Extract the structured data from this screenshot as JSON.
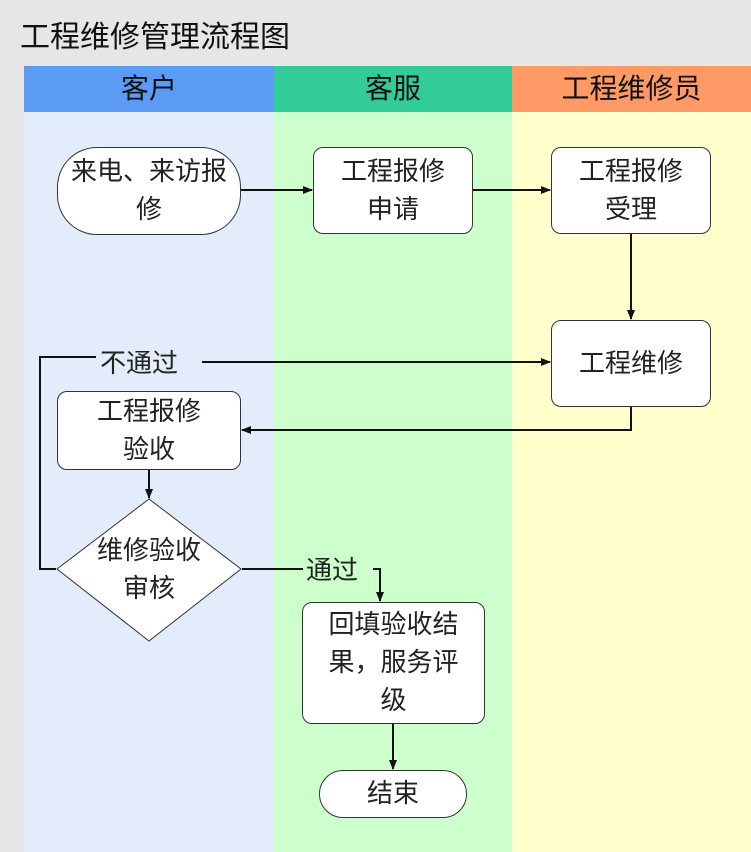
{
  "title": "工程维修管理流程图",
  "colors": {
    "lane_customer_head": "#5b9bf4",
    "lane_service_head": "#33cc99",
    "lane_engineer_head": "#ff9966",
    "lane_customer_bg": "#e3ecfa",
    "lane_service_bg": "#ccffcc",
    "lane_engineer_bg": "#ffffcc"
  },
  "lanes": {
    "customer": "客户",
    "service": "客服",
    "engineer": "工程维修员"
  },
  "nodes": {
    "call_visit": "来电、来访报修",
    "repair_request": "工程报修申请",
    "repair_accept": "工程报修受理",
    "repair_work": "工程维修",
    "repair_inspection": "工程报修验收",
    "inspection_review": "维修验收审核",
    "fill_feedback": "回填验收结果，服务评级",
    "end": "结束"
  },
  "edge_labels": {
    "fail": "不通过",
    "pass": "通过"
  }
}
